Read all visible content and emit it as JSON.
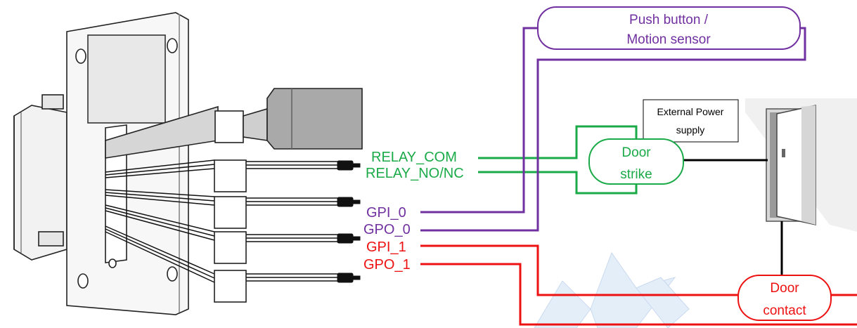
{
  "colors": {
    "relay": "#1aaa48",
    "gpio0": "#7030a0",
    "gpio1": "#ee1111",
    "black": "#000000",
    "watermark": "#dce8f6"
  },
  "labels": {
    "relay_com": "RELAY_COM",
    "relay_no_nc": "RELAY_NO/NC",
    "gpi_0": "GPI_0",
    "gpo_0": "GPO_0",
    "gpi_1": "GPI_1",
    "gpo_1": "GPO_1"
  },
  "push_button": {
    "line1": "Push button /",
    "line2": "Motion sensor"
  },
  "power_supply": {
    "line1": "External Power",
    "line2": "supply"
  },
  "door_strike": {
    "line1": "Door",
    "line2": "strike"
  },
  "door_contact": {
    "line1": "Door",
    "line2": "contact"
  }
}
